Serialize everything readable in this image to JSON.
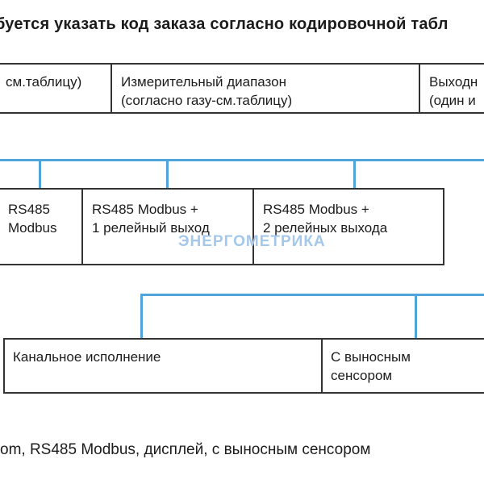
{
  "title": {
    "text": "буется указать код заказа согласно кодировочной табл"
  },
  "colors": {
    "background": "#FFFFFF",
    "text_color": "#1C1C1C",
    "box_border": "#333333",
    "connector_blue": "#4FA4DC",
    "watermark_blue": "#A4C8EB"
  },
  "row1": {
    "boxes": [
      {
        "name": "gas-see-table",
        "lines": [
          "см.таблицу)"
        ]
      },
      {
        "name": "measuring-range",
        "lines": [
          "Измерительный диапазон",
          "(согласно газу-см.таблицу)"
        ]
      },
      {
        "name": "output-signal",
        "lines": [
          "Выходн",
          "(один и"
        ]
      }
    ]
  },
  "row2": {
    "boxes": [
      {
        "name": "rs485-modbus",
        "lines": [
          "RS485",
          "Modbus"
        ]
      },
      {
        "name": "rs485-1-relay-output",
        "lines": [
          "RS485 Modbus +",
          "1 релейный выход"
        ]
      },
      {
        "name": "rs485-2-relay-outputs",
        "lines": [
          "RS485 Modbus +",
          "2 релейных выхода"
        ]
      }
    ]
  },
  "row3": {
    "boxes": [
      {
        "name": "duct-version",
        "lines": [
          "Канальное исполнение"
        ]
      },
      {
        "name": "remote-sensor",
        "lines": [
          "С выносным",
          "сенсором"
        ]
      }
    ]
  },
  "watermark": {
    "text": "ЭНЕРГОМЕТРИКА"
  },
  "footer": {
    "text": "om, RS485 Modbus, дисплей, с выносным сенсором"
  }
}
